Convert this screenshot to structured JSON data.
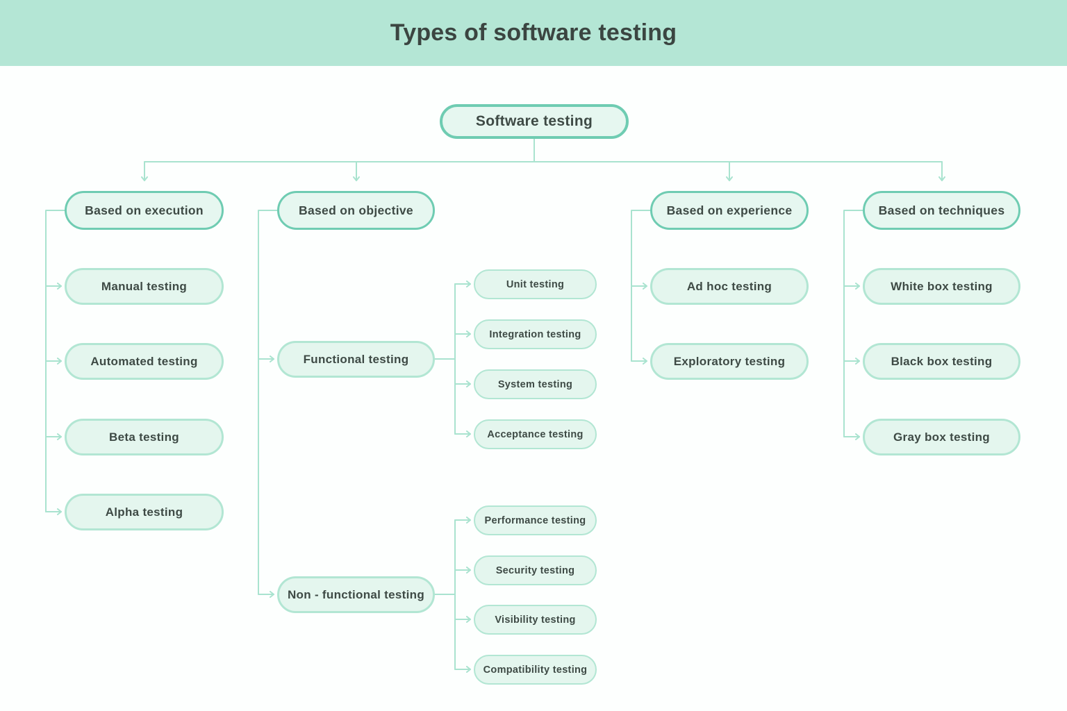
{
  "header": {
    "title": "Types of software testing"
  },
  "root": {
    "label": "Software testing"
  },
  "branches": [
    {
      "label": "Based on execution",
      "children": [
        {
          "label": "Manual testing"
        },
        {
          "label": "Automated testing"
        },
        {
          "label": "Beta testing"
        },
        {
          "label": "Alpha testing"
        }
      ]
    },
    {
      "label": "Based on objective",
      "children": [
        {
          "label": "Functional testing",
          "children": [
            {
              "label": "Unit testing"
            },
            {
              "label": "Integration testing"
            },
            {
              "label": "System testing"
            },
            {
              "label": "Acceptance testing"
            }
          ]
        },
        {
          "label": "Non - functional testing",
          "children": [
            {
              "label": "Performance testing"
            },
            {
              "label": "Security testing"
            },
            {
              "label": "Visibility testing"
            },
            {
              "label": "Compatibility testing"
            }
          ]
        }
      ]
    },
    {
      "label": "Based on experience",
      "children": [
        {
          "label": "Ad hoc testing"
        },
        {
          "label": "Exploratory testing"
        }
      ]
    },
    {
      "label": "Based on techniques",
      "children": [
        {
          "label": "White box testing"
        },
        {
          "label": "Black box testing"
        },
        {
          "label": "Gray box testing"
        }
      ]
    }
  ],
  "colors": {
    "banner": "#b4e6d5",
    "node_fill": "#e6f7f0",
    "strong_border": "#6fccb2",
    "light_border": "#b2e6d3",
    "connector": "#a9e3cf",
    "text": "#3e4a45"
  }
}
